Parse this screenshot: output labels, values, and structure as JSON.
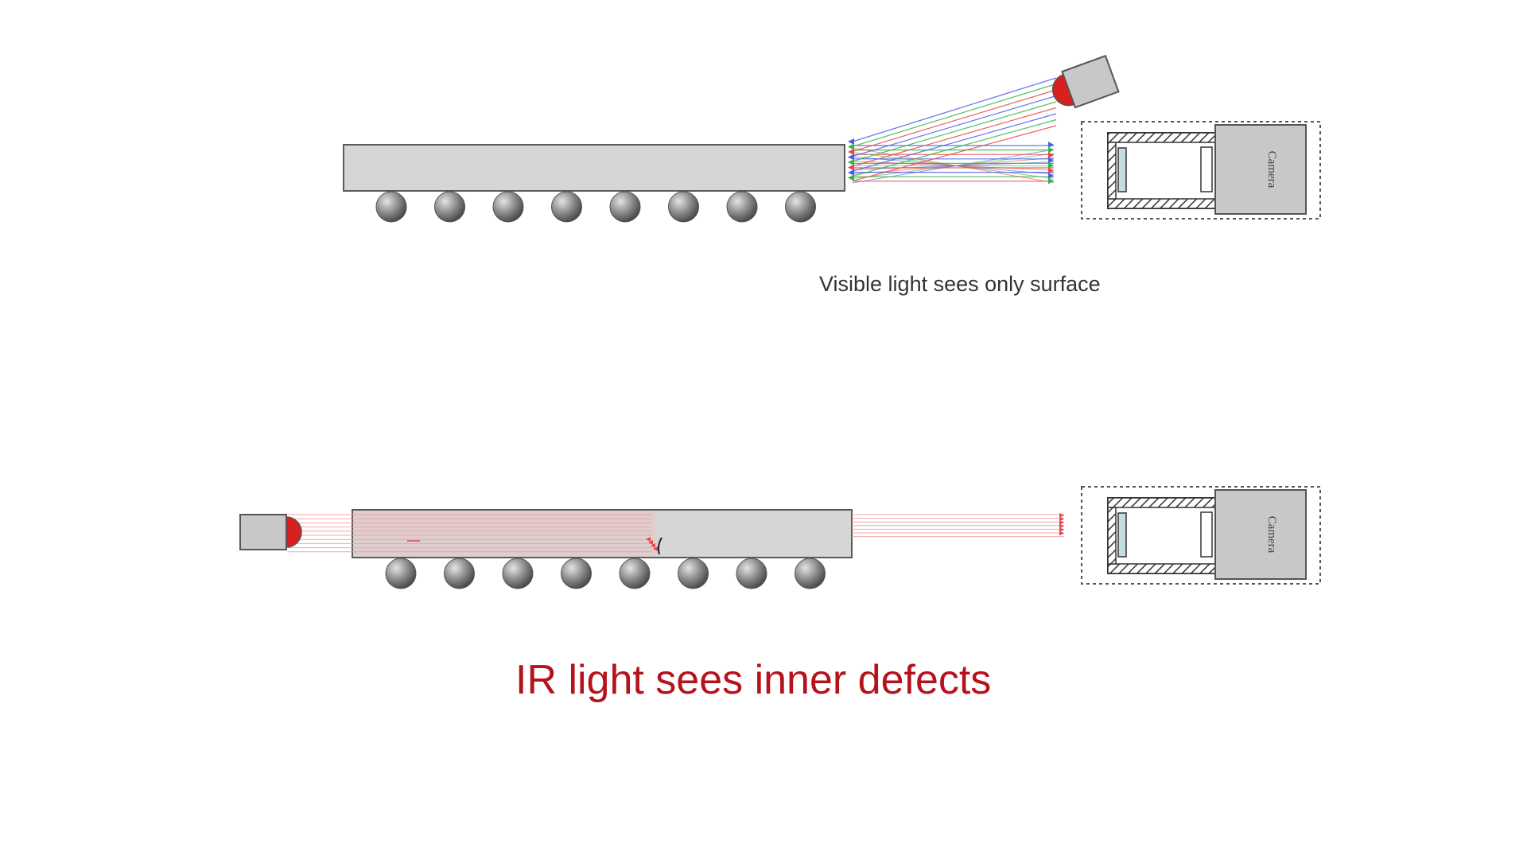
{
  "colors": {
    "ir_accent": "#b5121b",
    "package": "#d6d6d6",
    "package_border": "#5a5a5a",
    "ray_red": "#e8474a",
    "ray_green": "#33b54a",
    "ray_blue": "#4b5fe6",
    "ir_ray": "#f0a0a0",
    "solder_ball": "#8a8a8a"
  },
  "top_setup": {
    "caption": "Visible light sees only surface",
    "camera_label": "Camera",
    "light_icon": "visible-light-source-icon",
    "balls": 8
  },
  "bottom_setup": {
    "caption": "IR light sees inner defects",
    "camera_label": "Camera",
    "light_icon": "ir-light-source-icon",
    "balls": 8
  }
}
